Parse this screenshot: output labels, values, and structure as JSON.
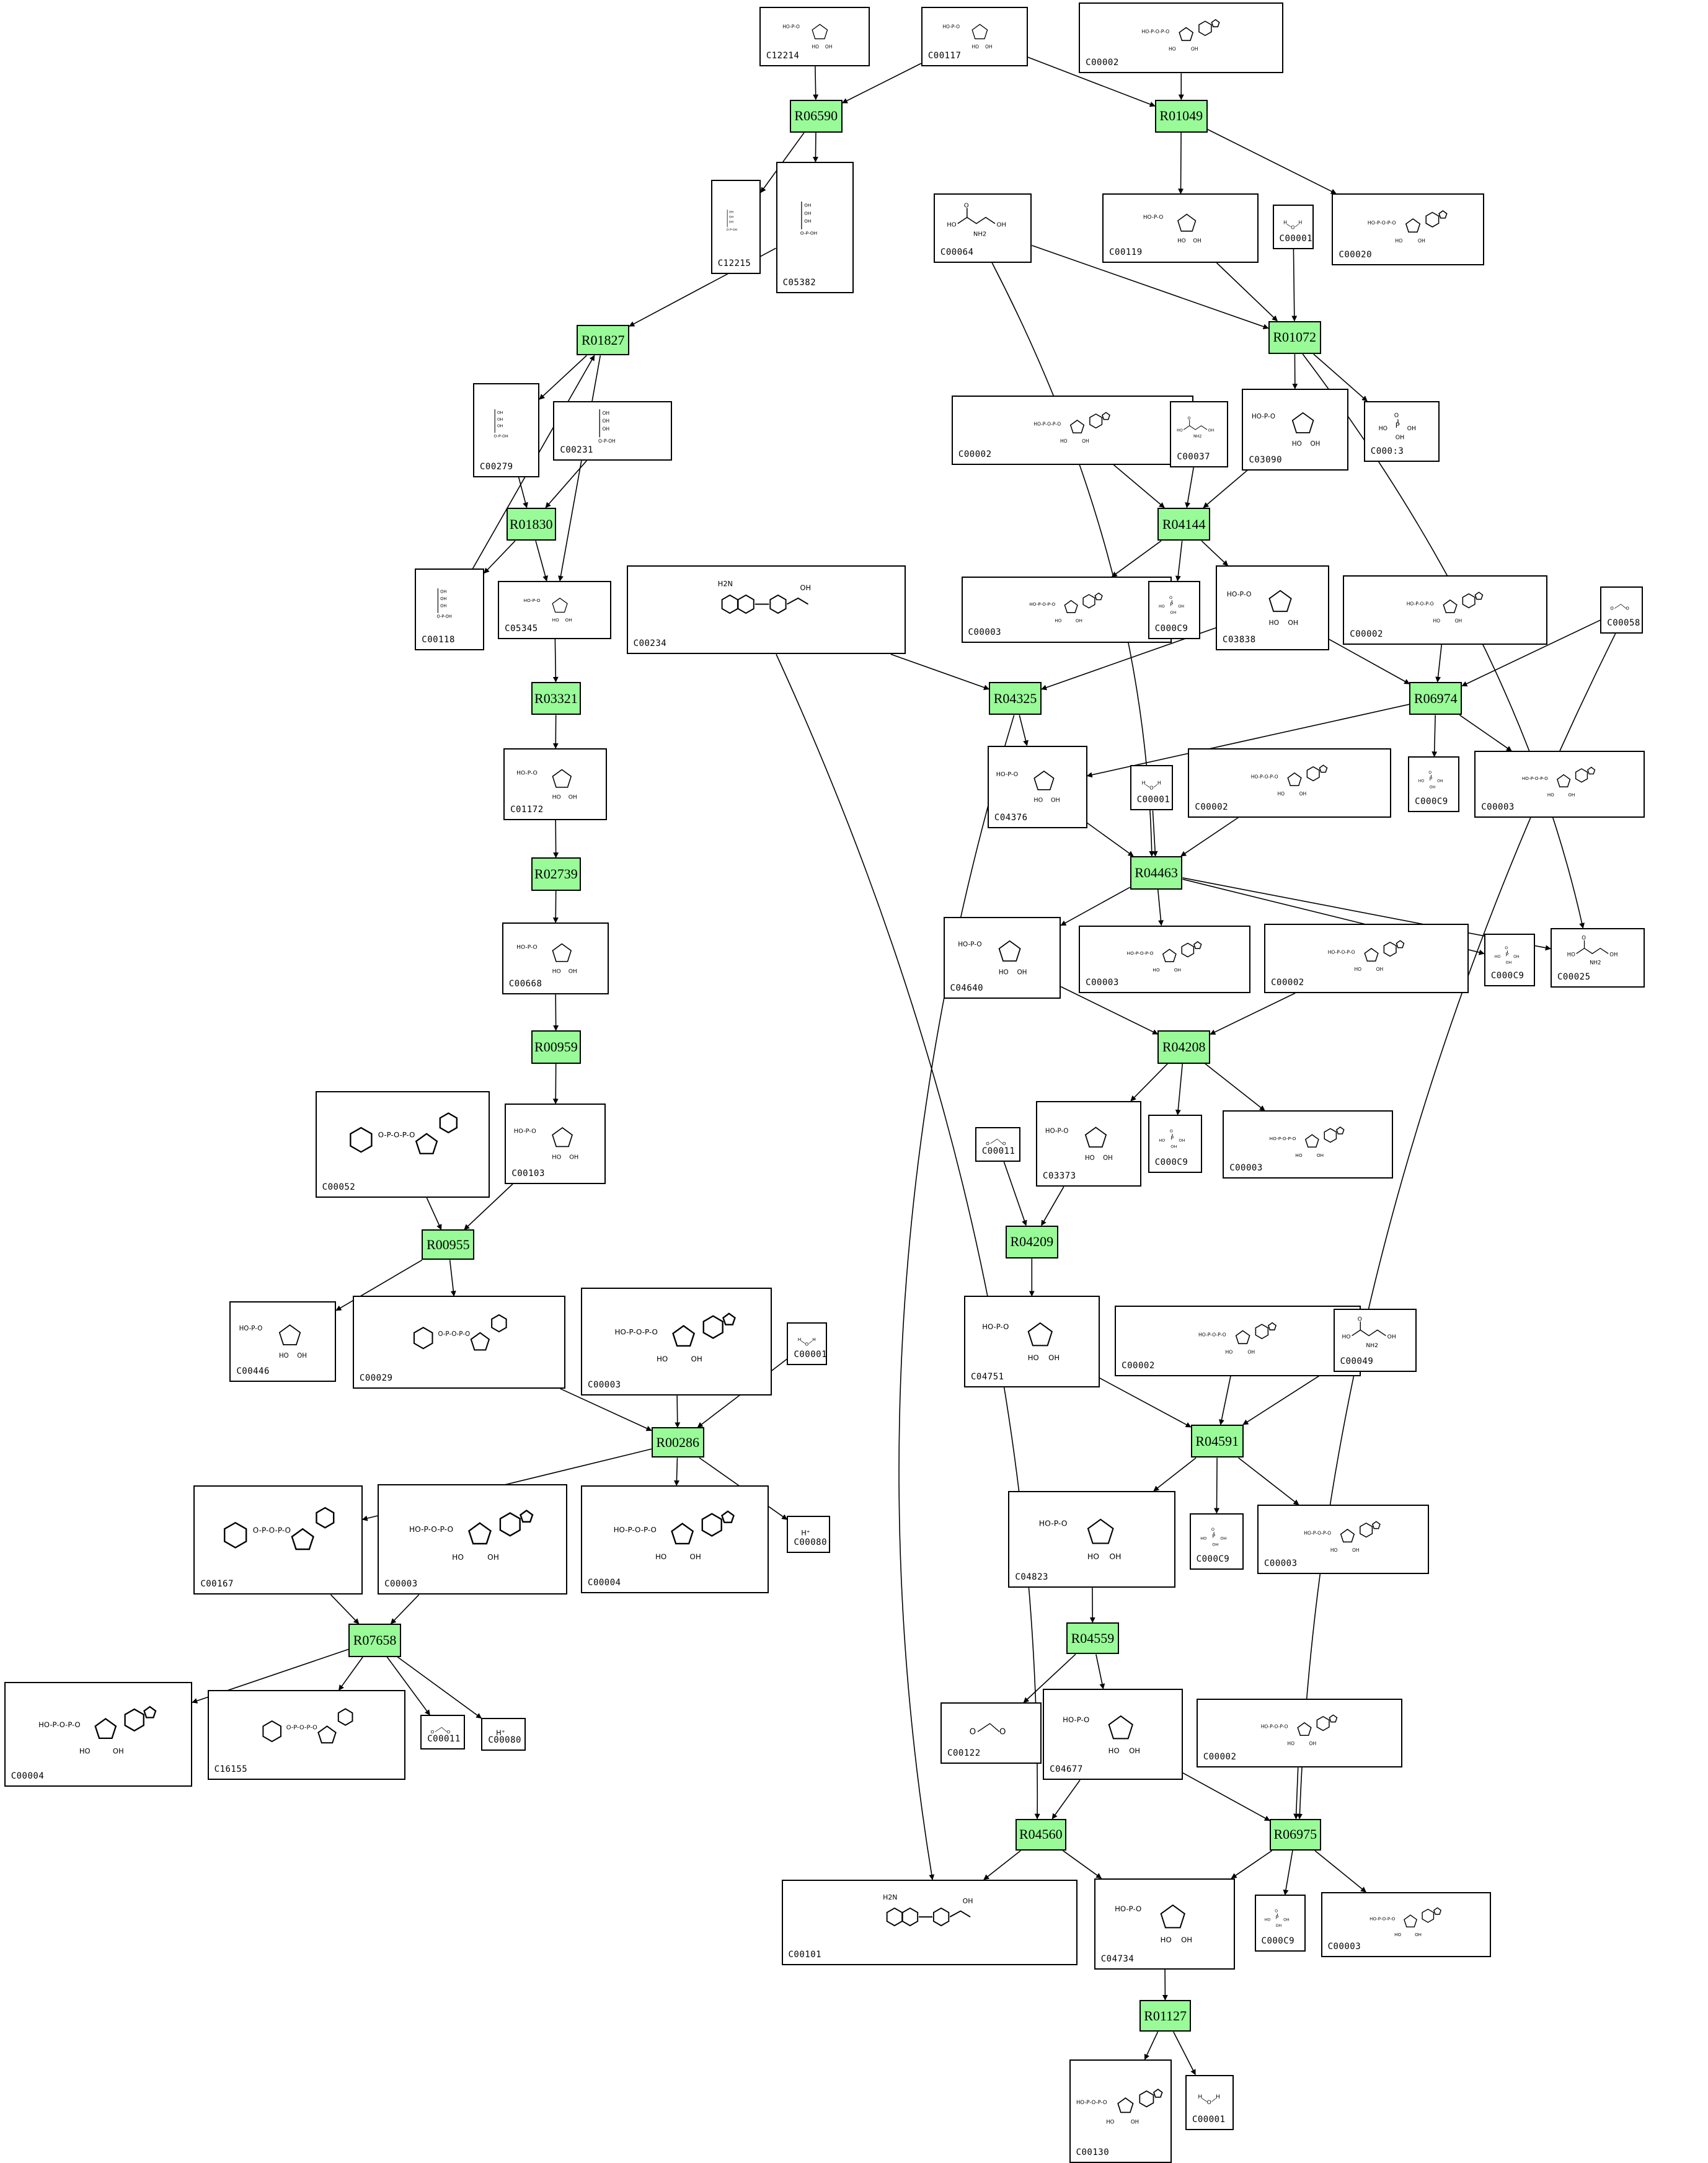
{
  "diagram": {
    "type": "metabolic-pathway-graph",
    "reaction_fill": "#98fb98",
    "edge_color": "#000000",
    "reactions": [
      {
        "key": "R06590",
        "label": "R06590"
      },
      {
        "key": "R01049",
        "label": "R01049"
      },
      {
        "key": "R01827",
        "label": "R01827"
      },
      {
        "key": "R01072",
        "label": "R01072"
      },
      {
        "key": "R01830",
        "label": "R01830"
      },
      {
        "key": "R04144",
        "label": "R04144"
      },
      {
        "key": "R03321",
        "label": "R03321"
      },
      {
        "key": "R04325",
        "label": "R04325"
      },
      {
        "key": "R06974",
        "label": "R06974"
      },
      {
        "key": "R02739",
        "label": "R02739"
      },
      {
        "key": "R04463",
        "label": "R04463"
      },
      {
        "key": "R00959",
        "label": "R00959"
      },
      {
        "key": "R04208",
        "label": "R04208"
      },
      {
        "key": "R00955",
        "label": "R00955"
      },
      {
        "key": "R04209",
        "label": "R04209"
      },
      {
        "key": "R00286",
        "label": "R00286"
      },
      {
        "key": "R04591",
        "label": "R04591"
      },
      {
        "key": "R07658",
        "label": "R07658"
      },
      {
        "key": "R04559",
        "label": "R04559"
      },
      {
        "key": "R04560",
        "label": "R04560"
      },
      {
        "key": "R06975",
        "label": "R06975"
      },
      {
        "key": "R01127",
        "label": "R01127"
      }
    ],
    "compounds": [
      {
        "key": "c12214",
        "label": "C12214",
        "kind": "sugar-phosphate-icon"
      },
      {
        "key": "c00117",
        "label": "C00117",
        "kind": "sugar-phosphate-icon"
      },
      {
        "key": "c00002a",
        "label": "C00002",
        "kind": "nucleotide-icon"
      },
      {
        "key": "c12215",
        "label": "C12215",
        "kind": "chain-phosphate-icon"
      },
      {
        "key": "c05382",
        "label": "C05382",
        "kind": "chain-phosphate-icon"
      },
      {
        "key": "c00064",
        "label": "C00064",
        "kind": "amino-acid-icon"
      },
      {
        "key": "c00119",
        "label": "C00119",
        "kind": "sugar-phosphate-icon"
      },
      {
        "key": "c00001a",
        "label": "C00001",
        "kind": "water-icon"
      },
      {
        "key": "c00020",
        "label": "C00020",
        "kind": "nucleotide-icon"
      },
      {
        "key": "c00279",
        "label": "C00279",
        "kind": "chain-phosphate-icon"
      },
      {
        "key": "c00231",
        "label": "C00231",
        "kind": "chain-phosphate-icon"
      },
      {
        "key": "c00002b",
        "label": "C00002",
        "kind": "nucleotide-icon"
      },
      {
        "key": "c00037",
        "label": "C00037",
        "kind": "amino-acid-icon"
      },
      {
        "key": "c03090",
        "label": "C03090",
        "kind": "sugar-phosphate-icon"
      },
      {
        "key": "c00013",
        "label": "C000:3",
        "kind": "phosphate-icon"
      },
      {
        "key": "c00118",
        "label": "C00118",
        "kind": "chain-phosphate-icon"
      },
      {
        "key": "c05345",
        "label": "C05345",
        "kind": "sugar-phosphate-icon"
      },
      {
        "key": "c00234",
        "label": "C00234",
        "kind": "folate-icon"
      },
      {
        "key": "c00003a",
        "label": "C00003",
        "kind": "nucleotide-icon"
      },
      {
        "key": "c00009a",
        "label": "C000C9",
        "kind": "phosphate-icon"
      },
      {
        "key": "c03838",
        "label": "C03838",
        "kind": "sugar-phosphate-icon"
      },
      {
        "key": "c00002c",
        "label": "C00002",
        "kind": "nucleotide-icon"
      },
      {
        "key": "c00058",
        "label": "C00058",
        "kind": "small-molecule-icon"
      },
      {
        "key": "c01172",
        "label": "C01172",
        "kind": "sugar-phosphate-icon"
      },
      {
        "key": "c04376",
        "label": "C04376",
        "kind": "sugar-phosphate-icon"
      },
      {
        "key": "c00001b",
        "label": "C00001",
        "kind": "water-icon"
      },
      {
        "key": "c00002d",
        "label": "C00002",
        "kind": "nucleotide-icon"
      },
      {
        "key": "c00009b",
        "label": "C000C9",
        "kind": "phosphate-icon"
      },
      {
        "key": "c00003b",
        "label": "C00003",
        "kind": "nucleotide-icon"
      },
      {
        "key": "c04640",
        "label": "C04640",
        "kind": "sugar-phosphate-icon"
      },
      {
        "key": "c00003c",
        "label": "C00003",
        "kind": "nucleotide-icon"
      },
      {
        "key": "c00002e",
        "label": "C00002",
        "kind": "nucleotide-icon"
      },
      {
        "key": "c00009c",
        "label": "C000C9",
        "kind": "phosphate-icon"
      },
      {
        "key": "c00025",
        "label": "C00025",
        "kind": "amino-acid-icon"
      },
      {
        "key": "c00668",
        "label": "C00668",
        "kind": "sugar-phosphate-icon"
      },
      {
        "key": "c00052",
        "label": "C00052",
        "kind": "nucleotide-sugar-icon"
      },
      {
        "key": "c00103",
        "label": "C00103",
        "kind": "sugar-phosphate-icon"
      },
      {
        "key": "c00011a",
        "label": "C00011",
        "kind": "small-molecule-icon"
      },
      {
        "key": "c03373",
        "label": "C03373",
        "kind": "sugar-phosphate-icon"
      },
      {
        "key": "c00009d",
        "label": "C000C9",
        "kind": "phosphate-icon"
      },
      {
        "key": "c00003d",
        "label": "C00003",
        "kind": "nucleotide-icon"
      },
      {
        "key": "c00446",
        "label": "C00446",
        "kind": "sugar-phosphate-icon"
      },
      {
        "key": "c00029",
        "label": "C00029",
        "kind": "nucleotide-sugar-icon"
      },
      {
        "key": "c00003e",
        "label": "C00003",
        "kind": "nucleotide-icon"
      },
      {
        "key": "c00001c",
        "label": "C00001",
        "kind": "water-icon"
      },
      {
        "key": "c04751",
        "label": "C04751",
        "kind": "sugar-phosphate-icon"
      },
      {
        "key": "c00002f",
        "label": "C00002",
        "kind": "nucleotide-icon"
      },
      {
        "key": "c00049",
        "label": "C00049",
        "kind": "amino-acid-icon"
      },
      {
        "key": "c00167",
        "label": "C00167",
        "kind": "nucleotide-sugar-icon"
      },
      {
        "key": "c00003f",
        "label": "C00003",
        "kind": "nucleotide-icon"
      },
      {
        "key": "c00004a",
        "label": "C00004",
        "kind": "nucleotide-icon"
      },
      {
        "key": "c00080a",
        "label": "C00080",
        "kind": "proton-icon",
        "formula": "H⁺"
      },
      {
        "key": "c04823",
        "label": "C04823",
        "kind": "sugar-phosphate-icon"
      },
      {
        "key": "c00009e",
        "label": "C000C9",
        "kind": "phosphate-icon"
      },
      {
        "key": "c00003g",
        "label": "C00003",
        "kind": "nucleotide-icon"
      },
      {
        "key": "c00004b",
        "label": "C00004",
        "kind": "nucleotide-icon"
      },
      {
        "key": "c16155",
        "label": "C16155",
        "kind": "nucleotide-sugar-icon"
      },
      {
        "key": "c00011b",
        "label": "C00011",
        "kind": "small-molecule-icon"
      },
      {
        "key": "c00080b",
        "label": "C00080",
        "kind": "proton-icon",
        "formula": "H⁺"
      },
      {
        "key": "c00122",
        "label": "C00122",
        "kind": "small-molecule-icon"
      },
      {
        "key": "c04677",
        "label": "C04677",
        "kind": "sugar-phosphate-icon"
      },
      {
        "key": "c00002g",
        "label": "C00002",
        "kind": "nucleotide-icon"
      },
      {
        "key": "c00101",
        "label": "C00101",
        "kind": "folate-icon"
      },
      {
        "key": "c04734",
        "label": "C04734",
        "kind": "sugar-phosphate-icon"
      },
      {
        "key": "c00009f",
        "label": "C000C9",
        "kind": "phosphate-icon"
      },
      {
        "key": "c00003h",
        "label": "C00003",
        "kind": "nucleotide-icon"
      },
      {
        "key": "c00130",
        "label": "C00130",
        "kind": "nucleotide-icon"
      },
      {
        "key": "c00001d",
        "label": "C00001",
        "kind": "water-icon"
      }
    ],
    "edges": [
      [
        "c12214",
        "R06590"
      ],
      [
        "c00117",
        "R06590"
      ],
      [
        "c00117",
        "R01049"
      ],
      [
        "c00002a",
        "R01049"
      ],
      [
        "R06590",
        "c12215"
      ],
      [
        "R06590",
        "c05382"
      ],
      [
        "R01049",
        "c00119"
      ],
      [
        "R01049",
        "c00020"
      ],
      [
        "c05382",
        "R01827"
      ],
      [
        "c00064",
        "R01072"
      ],
      [
        "c00119",
        "R01072"
      ],
      [
        "c00001a",
        "R01072"
      ],
      [
        "c00118",
        "R01827"
      ],
      [
        "R01827",
        "c00279"
      ],
      [
        "R01827",
        "c05345"
      ],
      [
        "R01072",
        "c03090"
      ],
      [
        "R01072",
        "c00013"
      ],
      [
        "R01072",
        "c00025"
      ],
      [
        "c00279",
        "R01830"
      ],
      [
        "c00231",
        "R01830"
      ],
      [
        "R01830",
        "c00118"
      ],
      [
        "R01830",
        "c05345"
      ],
      [
        "c00002b",
        "R04144"
      ],
      [
        "c00037",
        "R04144"
      ],
      [
        "c03090",
        "R04144"
      ],
      [
        "R04144",
        "c00003a"
      ],
      [
        "R04144",
        "c00009a"
      ],
      [
        "R04144",
        "c03838"
      ],
      [
        "c05345",
        "R03321"
      ],
      [
        "c00234",
        "R04325"
      ],
      [
        "c03838",
        "R04325"
      ],
      [
        "c03838",
        "R06974"
      ],
      [
        "c00002c",
        "R06974"
      ],
      [
        "c00058",
        "R06974"
      ],
      [
        "R03321",
        "c01172"
      ],
      [
        "R04325",
        "c04376"
      ],
      [
        "R04325",
        "c00101"
      ],
      [
        "R06974",
        "c04376"
      ],
      [
        "R06974",
        "c00009b"
      ],
      [
        "R06974",
        "c00003b"
      ],
      [
        "c01172",
        "R02739"
      ],
      [
        "c04376",
        "R04463"
      ],
      [
        "c00001b",
        "R04463"
      ],
      [
        "c00002d",
        "R04463"
      ],
      [
        "c00064",
        "R04463"
      ],
      [
        "R02739",
        "c00668"
      ],
      [
        "R04463",
        "c04640"
      ],
      [
        "R04463",
        "c00003c"
      ],
      [
        "R04463",
        "c00009c"
      ],
      [
        "R04463",
        "c00025"
      ],
      [
        "c00668",
        "R00959"
      ],
      [
        "c04640",
        "R04208"
      ],
      [
        "c00002e",
        "R04208"
      ],
      [
        "R00959",
        "c00103"
      ],
      [
        "R04208",
        "c03373"
      ],
      [
        "R04208",
        "c00009d"
      ],
      [
        "R04208",
        "c00003d"
      ],
      [
        "c00052",
        "R00955"
      ],
      [
        "c00103",
        "R00955"
      ],
      [
        "c00011a",
        "R04209"
      ],
      [
        "c03373",
        "R04209"
      ],
      [
        "R00955",
        "c00446"
      ],
      [
        "R00955",
        "c00029"
      ],
      [
        "R04209",
        "c04751"
      ],
      [
        "c00029",
        "R00286"
      ],
      [
        "c00003e",
        "R00286"
      ],
      [
        "c00001c",
        "R00286"
      ],
      [
        "c04751",
        "R04591"
      ],
      [
        "c00002f",
        "R04591"
      ],
      [
        "c00049",
        "R04591"
      ],
      [
        "R00286",
        "c00167"
      ],
      [
        "R00286",
        "c00004a"
      ],
      [
        "R00286",
        "c00080a"
      ],
      [
        "R04591",
        "c04823"
      ],
      [
        "R04591",
        "c00009e"
      ],
      [
        "R04591",
        "c00003g"
      ],
      [
        "c00167",
        "R07658"
      ],
      [
        "c00003f",
        "R07658"
      ],
      [
        "c04823",
        "R04559"
      ],
      [
        "R07658",
        "c00004b"
      ],
      [
        "R07658",
        "c16155"
      ],
      [
        "R07658",
        "c00011b"
      ],
      [
        "R07658",
        "c00080b"
      ],
      [
        "R04559",
        "c00122"
      ],
      [
        "R04559",
        "c04677"
      ],
      [
        "c00234",
        "R04560"
      ],
      [
        "c04677",
        "R04560"
      ],
      [
        "c04677",
        "R06975"
      ],
      [
        "c00002g",
        "R06975"
      ],
      [
        "c00058",
        "R06975"
      ],
      [
        "R04560",
        "c00101"
      ],
      [
        "R04560",
        "c04734"
      ],
      [
        "R06975",
        "c04734"
      ],
      [
        "R06975",
        "c00009f"
      ],
      [
        "R06975",
        "c00003h"
      ],
      [
        "c04734",
        "R01127"
      ],
      [
        "R01127",
        "c00130"
      ],
      [
        "R01127",
        "c00001d"
      ]
    ]
  }
}
